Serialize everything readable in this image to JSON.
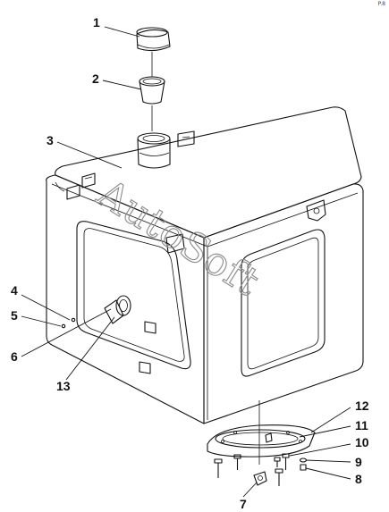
{
  "watermark": "AutoSoft",
  "callouts": [
    {
      "id": "1",
      "label": "1"
    },
    {
      "id": "2",
      "label": "2"
    },
    {
      "id": "3",
      "label": "3"
    },
    {
      "id": "4",
      "label": "4"
    },
    {
      "id": "5",
      "label": "5"
    },
    {
      "id": "6",
      "label": "6"
    },
    {
      "id": "7",
      "label": "7"
    },
    {
      "id": "8",
      "label": "8"
    },
    {
      "id": "9",
      "label": "9"
    },
    {
      "id": "10",
      "label": "10"
    },
    {
      "id": "11",
      "label": "11"
    },
    {
      "id": "12",
      "label": "12"
    },
    {
      "id": "13",
      "label": "13"
    }
  ],
  "corner_mark": "P.8"
}
